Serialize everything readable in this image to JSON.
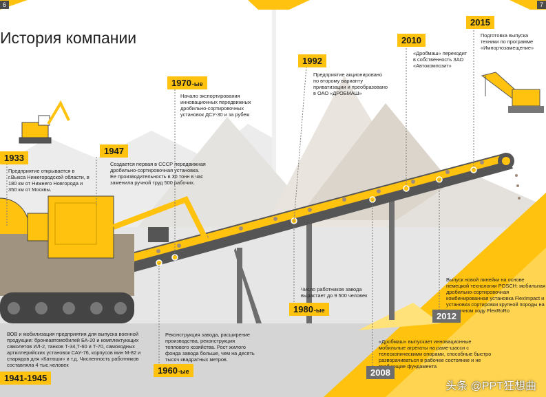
{
  "page": {
    "title": "История компании",
    "left_page_number": "6",
    "right_page_number": "7",
    "watermark": "头条 @PPT狂想曲"
  },
  "colors": {
    "accent": "#ffc20e",
    "dark_gray": "#5e5e5e",
    "light_gray": "#e6e6e6"
  },
  "milestones": [
    {
      "year": "1933",
      "suffix": "",
      "text": "Предприятие открывается в г.Выкса Нижегородской области, в 180 км от Нижнего Новгорода и 350 км от Москвы."
    },
    {
      "year": "1947",
      "suffix": "",
      "text": "Создается первая в СССР передвижная дробильно-сортировочная установка. Ее производительность в 30 тонн в час заменила ручной труд 500 рабочих."
    },
    {
      "year": "1970",
      "suffix": "-ые",
      "text": "Начало экспортирования инновационных передвижных дробильно-сортировочных установок ДСУ-30 и за рубеж"
    },
    {
      "year": "1992",
      "suffix": "",
      "text": "Предприятие акционировано по второму варианту приватизации и преобразовано в ОАО «ДРОБМАШ»"
    },
    {
      "year": "2010",
      "suffix": "",
      "text": "«Дробмаш» переходит в собственность ЗАО «Автокомпозит»"
    },
    {
      "year": "2015",
      "suffix": "",
      "text": "Подготовка выпуска техники по программе «Импортозамещение»"
    },
    {
      "year": "1941-1945",
      "suffix": "",
      "text": "ВОВ и мобилизация предприятия для выпуска военной продукции: бронеавтомобилей БА-20 и комплектующих самолетов ИЛ-2, танков Т-34,Т-60 и Т-70, самоходных артиллерийских установок САУ-76, корпусов мин М-82 и снарядов для «Катюши» и т.д. Численность работников составляла 4 тыс.человек"
    },
    {
      "year": "1960",
      "suffix": "-ые",
      "text": "Реконструкция завода, расширение производства, реконструкция теплового хозяйства. Рост жилого фонда завода больше, чем на десять тысяч квадратных метров."
    },
    {
      "year": "1980",
      "suffix": "-ые",
      "text": "Число работников завода вырастает до 9 500 человек"
    },
    {
      "year": "2008",
      "suffix": "",
      "text": "«Дробмаш» выпускает инновационные мобильные агрегаты на раме-шасси с телескопическими опорами, способные быстро разворачиваться в рабочее состояние и не требующие фундамента"
    },
    {
      "year": "2012",
      "suffix": "",
      "text": "Выпуск новой линейки на основе немецкой технологии POSCH: мобильная дробильно-сортировочная комбинированная установка FlexImpact и установка сортировки крупной породы на гусеничном ходу FlexRoRo"
    }
  ]
}
